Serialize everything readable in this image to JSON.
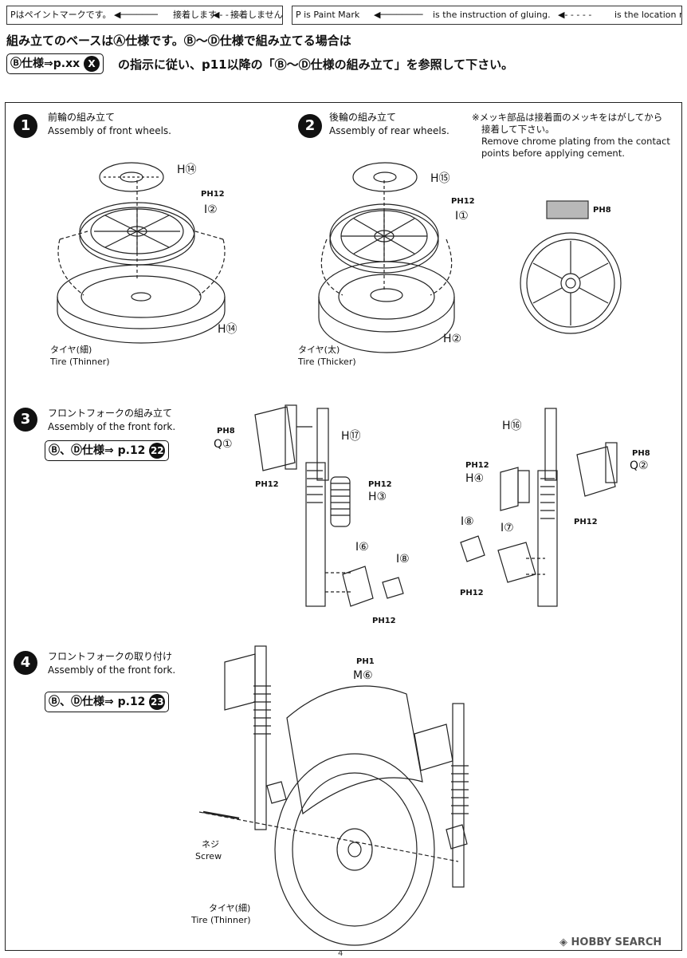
{
  "legend_jp": {
    "paint": "Pはペイントマークです。",
    "glue": "接着します",
    "noglue": "接着しません"
  },
  "legend_en": {
    "paint": "P is Paint Mark",
    "glue": "is the instruction of gluing.",
    "noglue": "is the location no gluing."
  },
  "header": {
    "line1": "組み立てのベースはⒶ仕様です。Ⓑ～Ⓓ仕様で組み立てる場合は",
    "pill_text": "Ⓑ仕様⇒p.xx",
    "pill_badge": "X",
    "line2": "の指示に従い、p11以降の「Ⓑ～Ⓓ仕様の組み立て」を参照して下さい。"
  },
  "steps": [
    {
      "no": "1",
      "jp": "前輪の組み立て",
      "en": "Assembly of front wheels."
    },
    {
      "no": "2",
      "jp": "後輪の組み立て",
      "en": "Assembly of rear wheels."
    },
    {
      "no": "3",
      "jp": "フロントフォークの組み立て",
      "en": "Assembly of the front fork.",
      "ref": "Ⓑ、Ⓓ仕様⇒ p.12",
      "ref_badge": "22"
    },
    {
      "no": "4",
      "jp": "フロントフォークの取り付け",
      "en": "Assembly of the front fork.",
      "ref": "Ⓑ、Ⓓ仕様⇒ p.12",
      "ref_badge": "23"
    }
  ],
  "chrome_note": {
    "jp1": "※メッキ部品は接着面のメッキをはがしてから",
    "jp2": "接着して下さい。",
    "en1": "Remove chrome plating from the contact",
    "en2": "points before applying cement."
  },
  "labels": {
    "s1_h14_top": "H⑭",
    "s1_ph12": "PH12",
    "s1_i2": "I②",
    "s1_h14_bot": "H⑭",
    "s1_tire_jp": "タイヤ(細)",
    "s1_tire_en": "Tire (Thinner)",
    "s2_h15": "H⑮",
    "s2_ph12": "PH12",
    "s2_i1": "I①",
    "s2_h2": "H②",
    "s2_tire_jp": "タイヤ(太)",
    "s2_tire_en": "Tire (Thicker)",
    "chrome_ph8": "PH8",
    "s3_ph8_l": "PH8",
    "s3_q1": "Q①",
    "s3_h17": "H⑰",
    "s3_ph12_l": "PH12",
    "s3_ph12_m": "PH12",
    "s3_h3": "H③",
    "s3_i6": "I⑥",
    "s3_i8_l": "I⑧",
    "s3_ph12_b": "PH12",
    "s3_h16": "H⑯",
    "s3_ph8_r": "PH8",
    "s3_q2": "Q②",
    "s3_ph12_r1": "PH12",
    "s3_h4": "H④",
    "s3_ph12_r2": "PH12",
    "s3_i8_r": "I⑧",
    "s3_i7": "I⑦",
    "s3_ph12_r3": "PH12",
    "s4_ph1": "PH1",
    "s4_m6": "M⑥",
    "s4_screw_jp": "ネジ",
    "s4_screw_en": "Screw",
    "s4_tire_jp": "タイヤ(細)",
    "s4_tire_en": "Tire (Thinner)"
  },
  "footer": {
    "brand": "HOBBY SEARCH",
    "page": "4"
  },
  "colors": {
    "ink": "#111111",
    "swatch": "#b8b8b8"
  }
}
